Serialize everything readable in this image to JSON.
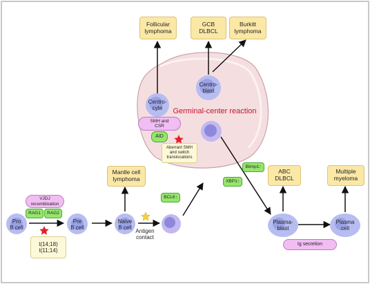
{
  "colors": {
    "border": "#c8c8c8",
    "germinal_center_fill": "#f5dee0",
    "germinal_center_outline": "#c8a4a8",
    "germinal_center_title": "#c8102e",
    "cell_fill": "#b7bdf0",
    "cell_nucleus": "#7e86dc",
    "lymphoma_box": "#fbe8a6",
    "pill_box": "#f1bdf2",
    "green_box": "#95e66b",
    "note_box": "#fdf8d8",
    "star_red": "#e2202a",
    "star_yellow": "#f3d23a",
    "arrow": "#111111"
  },
  "germinal_center": {
    "title": "Germinal-center reaction"
  },
  "cells": {
    "pro_b": "Pro\nB cell",
    "pre_b": "Pre\nB cell",
    "naive_b": "Naive\nB cell",
    "centrocyte": "Centro-\ncyte",
    "centroblast": "Centro-\nblast",
    "plasmablast": "Plasma-\nblast",
    "plasma_cell": "Plasma\ncell"
  },
  "lymphomas": {
    "follicular": "Follicular\nlymphoma",
    "gcb_dlbcl": "GCB\nDLBCL",
    "burkitt": "Burkitt\nlymphoma",
    "mantle_cell": "Mantle cell\nlymphoma",
    "abc_dlbcl": "ABC\nDLBCL",
    "multiple_myeloma": "Multiple\nmyeloma"
  },
  "boxes": {
    "vdj": "VJDJ\nrecombination",
    "rag1": "RAG1",
    "rag2": "RAG2",
    "translocations": "t(14;18)\nt(11;14)",
    "smh_csr": "SMH and\nCSR",
    "aid": "AID",
    "aberrant": "Aberrant SMH\nand switch\ntranslocations",
    "bcl6": "BCL6↑",
    "xbp1": "XBP1↑",
    "blimp1": "Blimp1↑",
    "ig_secretion": "Ig secretion"
  },
  "labels": {
    "antigen_contact": "Antigen\ncontact"
  },
  "icons": [
    "red-star-icon",
    "yellow-star-icon",
    "arrow-icon"
  ]
}
